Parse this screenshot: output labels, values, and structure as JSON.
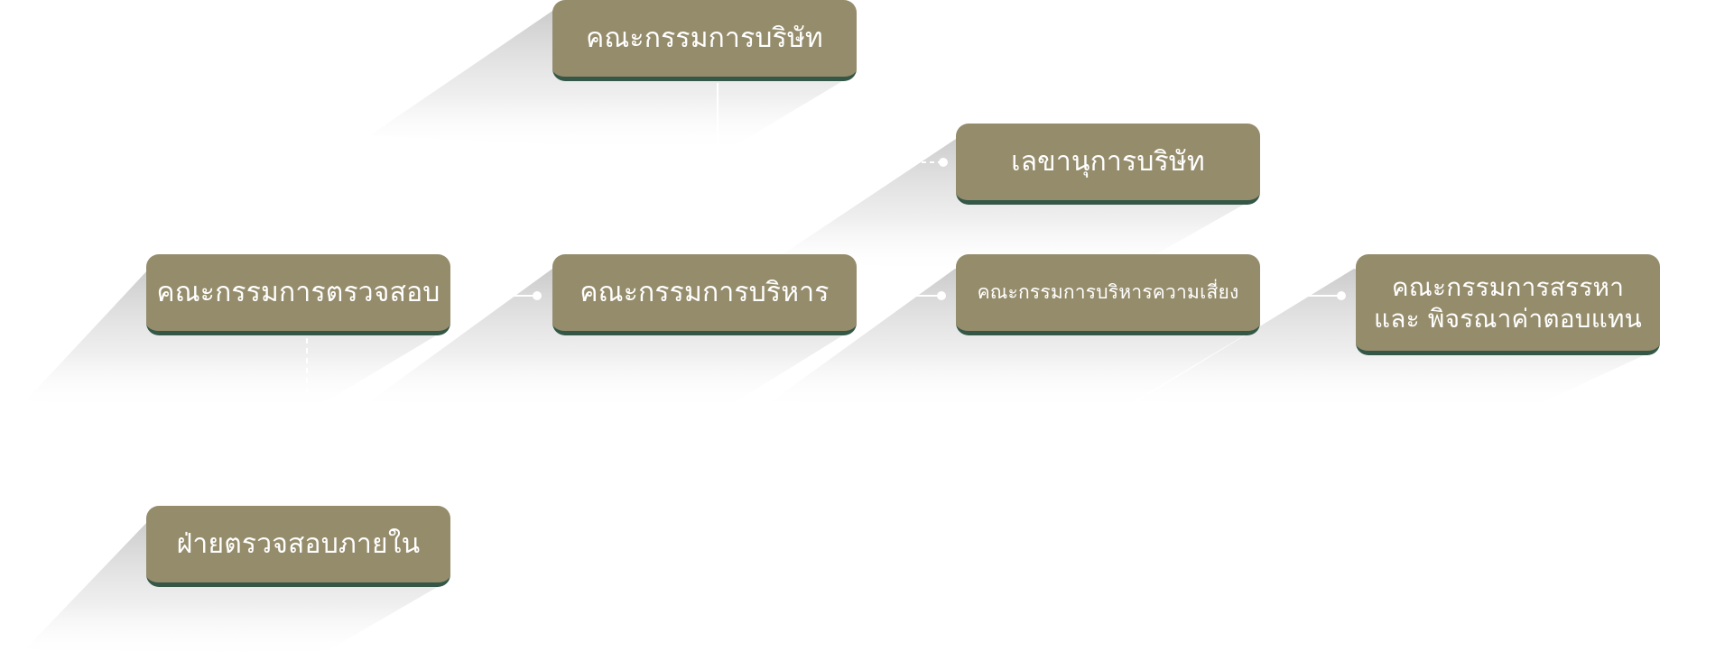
{
  "chart": {
    "colors": {
      "node_fill": "#958c6b",
      "node_bottom_edge": "#345748",
      "node_text": "#ffffff",
      "connector": "#ffffff",
      "shadow": "#cfcfcf"
    },
    "nodes": {
      "board": {
        "label": "คณะกรรมการบริษัท"
      },
      "secretary": {
        "label": "เลขานุการบริษัท"
      },
      "audit": {
        "label": "คณะกรรมการตรวจสอบ"
      },
      "executive": {
        "label": "คณะกรรมการบริหาร"
      },
      "risk": {
        "label": "คณะกรรมการบริหารความเสี่ยง"
      },
      "nomination": {
        "label": "คณะกรรมการสรรหาและ พิจรณาค่าตอบแทน"
      },
      "internal_audit": {
        "label": "ฝ่ายตรวจสอบภายใน"
      }
    },
    "edges": [
      {
        "from": "board",
        "to": "executive",
        "style": "solid"
      },
      {
        "from": "executive",
        "to": "secretary",
        "style": "dashed"
      },
      {
        "from": "audit",
        "to": "executive",
        "style": "solid"
      },
      {
        "from": "executive",
        "to": "risk",
        "style": "solid"
      },
      {
        "from": "risk",
        "to": "nomination",
        "style": "solid"
      },
      {
        "from": "audit",
        "to": "internal_audit",
        "style": "dashed"
      }
    ]
  }
}
